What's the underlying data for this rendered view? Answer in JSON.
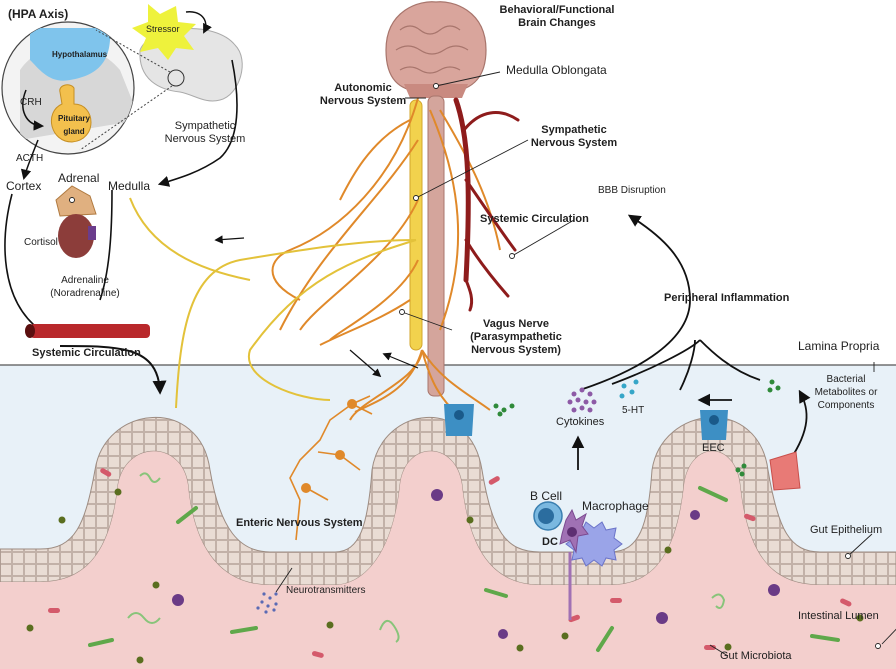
{
  "labels": {
    "hpa_axis": "(HPA Axis)",
    "stressor": "Stressor",
    "hypothalamus": "Hypothalamus",
    "pituitary_line1": "Pituitary",
    "pituitary_line2": "gland",
    "crh": "CRH",
    "acth": "ACTH",
    "cortex": "Cortex",
    "adrenal": "Adrenal",
    "medulla": "Medulla",
    "cortisol": "Cortisol",
    "adrenaline_line1": "Adrenaline",
    "adrenaline_line2": "(Noradrenaline)",
    "systemic_circulation_left": "Systemic Circulation",
    "sympathetic_ns_left_line1": "Sympathetic",
    "sympathetic_ns_left_line2": "Nervous System",
    "behavioral_line1": "Behavioral/Functional",
    "behavioral_line2": "Brain Changes",
    "medulla_oblongata": "Medulla Oblongata",
    "autonomic_line1": "Autonomic",
    "autonomic_line2": "Nervous System",
    "sympathetic_ns_right_line1": "Sympathetic",
    "sympathetic_ns_right_line2": "Nervous System",
    "bbb_disruption": "BBB Disruption",
    "systemic_circulation_right": "Systemic Circulation",
    "peripheral_inflammation": "Peripheral Inflammation",
    "vagus_line1": "Vagus Nerve",
    "vagus_line2": "(Parasympathetic",
    "vagus_line3": "Nervous System)",
    "lamina_propria": "Lamina Propria",
    "bacterial_line1": "Bacterial",
    "bacterial_line2": "Metabolites or",
    "bacterial_line3": "Components",
    "cytokines": "Cytokines",
    "five_ht": "5-HT",
    "eec": "EEC",
    "b_cell": "B Cell",
    "macrophage": "Macrophage",
    "dc": "DC",
    "enteric_ns": "Enteric Nervous System",
    "neurotransmitters": "Neurotransmitters",
    "gut_epithelium": "Gut Epithelium",
    "intestinal_lumen": "Intestinal Lumen",
    "gut_microbiota": "Gut Microbiota"
  },
  "colors": {
    "sympathetic_nerve": "#e3c23a",
    "vagus_nerve": "#e0892a",
    "blood_vessel": "#8e1c1c",
    "brain": "#d9a59c",
    "spinal_cord": "#f2d24d",
    "lamina_propria_bg": "#e8f1f8",
    "lumen_bg": "#f3cfcd",
    "epithelium": "#e6d7cf",
    "eec_cell": "#3d8fc4",
    "hypothalamus": "#7fc4ec",
    "pituitary": "#f3c04d",
    "cytokine_dots": "#8d5aa6",
    "serotonin_dots": "#36a6c8",
    "bacterial_dots": "#2f8a3a"
  }
}
